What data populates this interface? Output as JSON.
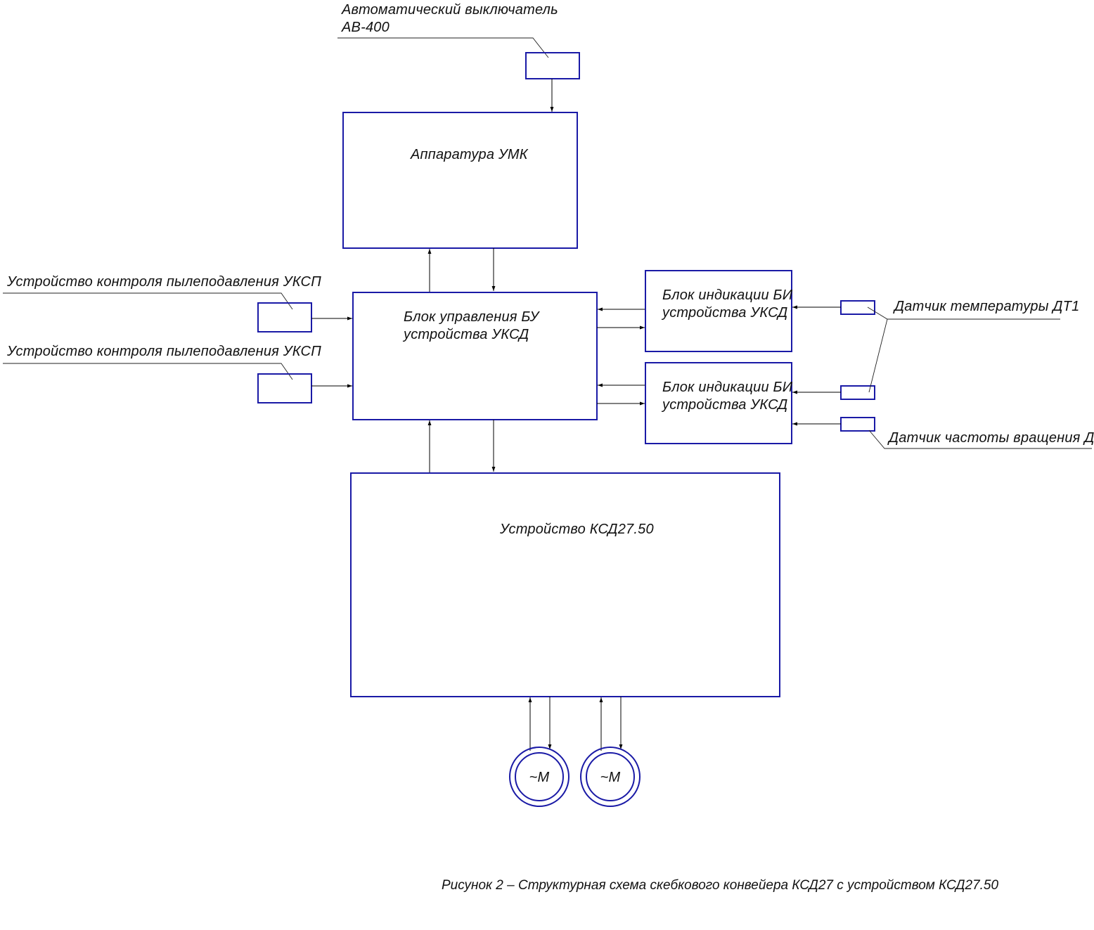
{
  "labels": {
    "breaker_line1": "Автоматический выключатель",
    "breaker_line2": "АВ-400",
    "umk": "Аппаратура УМК",
    "control_line1": "Блок управления БУ",
    "control_line2": "устройства УКСД",
    "ind1_line1": "Блок индикации БИ",
    "ind1_line2": "устройства УКСД",
    "ind2_line1": "Блок индикации БИ",
    "ind2_line2": "устройства УКСД",
    "dust1": "Устройство контроля пылеподавления УКСП",
    "dust2": "Устройство контроля пылеподавления УКСП",
    "temp_sensor": "Датчик температуры ДТ1",
    "speed_sensor": "Датчик частоты вращения ДЧВ",
    "device": "Устройство КСД27.50",
    "motor1": "~М",
    "motor2": "~М"
  },
  "caption": "Рисунок 2 – Структурная схема скебкового конвейера КСД27 с устройством КСД27.50",
  "colors": {
    "block_stroke": "#1a1aa6",
    "line": "#000000",
    "text": "#111111"
  }
}
